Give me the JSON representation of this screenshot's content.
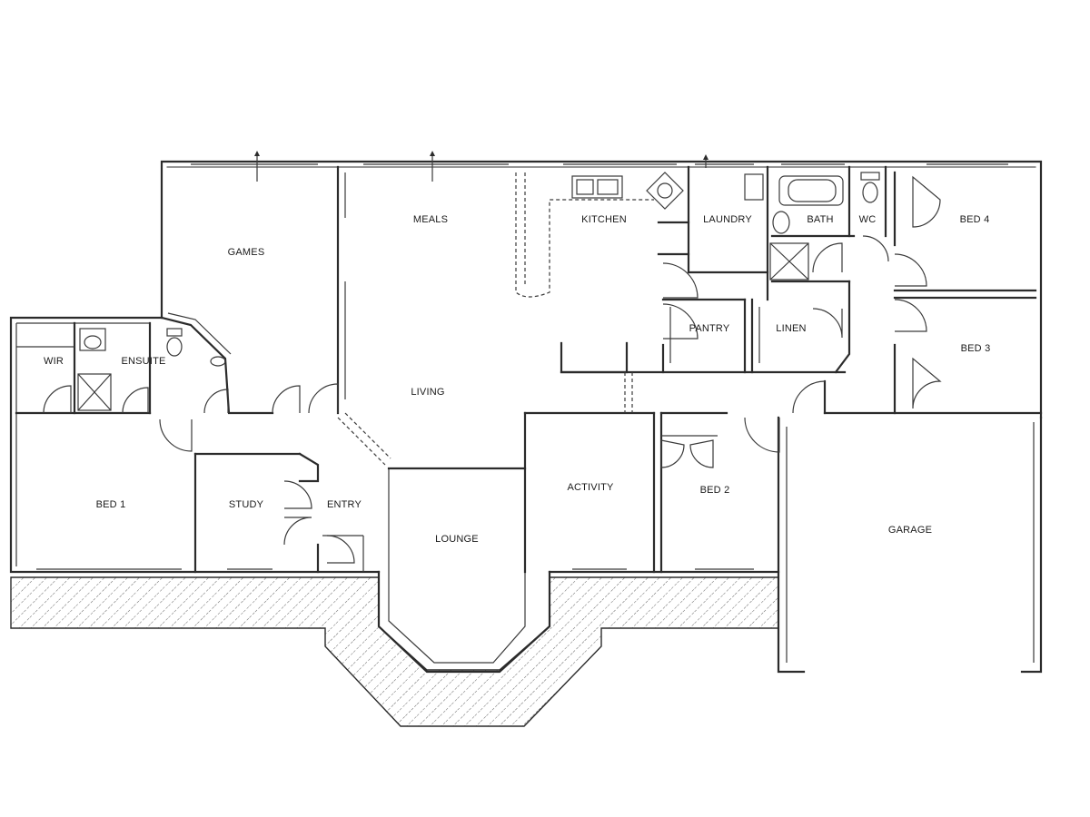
{
  "rooms": {
    "games": "GAMES",
    "meals": "MEALS",
    "kitchen": "KITCHEN",
    "laundry": "LAUNDRY",
    "bath": "BATH",
    "wc": "WC",
    "bed4": "BED 4",
    "wir": "WIR",
    "ensuite": "ENSUITE",
    "pantry": "PANTRY",
    "linen": "LINEN",
    "bed3": "BED 3",
    "living": "LIVING",
    "bed1": "BED 1",
    "study": "STUDY",
    "entry": "ENTRY",
    "lounge": "LOUNGE",
    "activity": "ACTIVITY",
    "bed2": "BED 2",
    "garage": "GARAGE"
  }
}
